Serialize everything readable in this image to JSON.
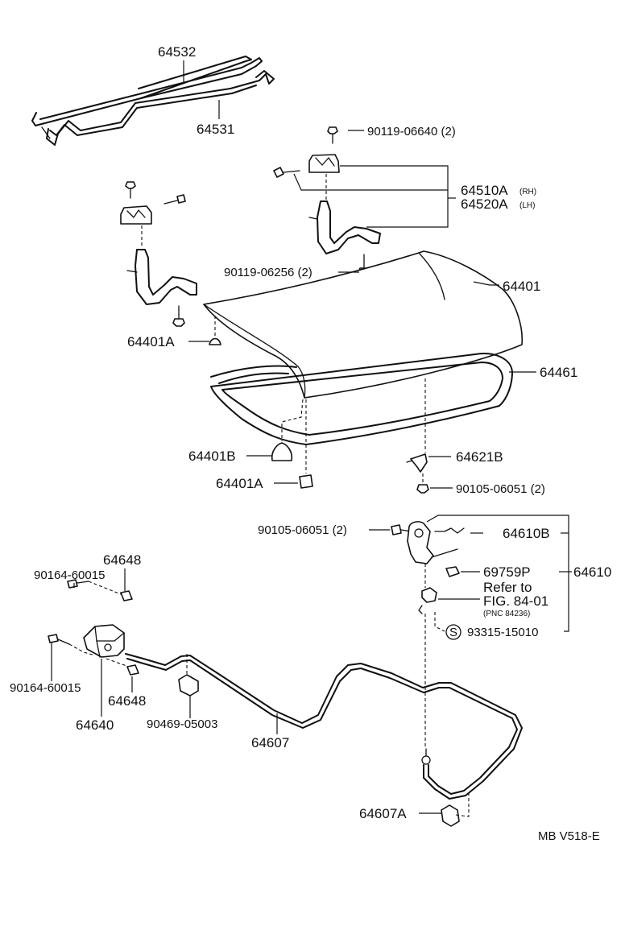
{
  "labels": {
    "p64532": "64532",
    "p64531": "64531",
    "p90119_06640": "90119-06640 (2)",
    "p64510A": "64510A",
    "p64510A_side": "(RH)",
    "p64520A": "64520A",
    "p64520A_side": "(LH)",
    "p90119_06256": "90119-06256 (2)",
    "p64401": "64401",
    "p64401A_top": "64401A",
    "p64461": "64461",
    "p64401B": "64401B",
    "p64621B": "64621B",
    "p64401A_bottom": "64401A",
    "p90105_06051_right": "90105-06051 (2)",
    "p90105_06051_left": "90105-06051 (2)",
    "p64610B": "64610B",
    "p69759P": "69759P",
    "p64610": "64610",
    "refer_line1": "Refer to",
    "refer_line2": "FIG. 84-01",
    "refer_pnc": "(PNC 84236)",
    "s_symbol": "S",
    "p93315_15010": "93315-15010",
    "p64648_top": "64648",
    "p90164_60015_top": "90164-60015",
    "p90164_60015_bottom": "90164-60015",
    "p64648_bottom": "64648",
    "p64640": "64640",
    "p90469_05003": "90469-05003",
    "p64607": "64607",
    "p64607A": "64607A",
    "diagram_code": "MB V518-E"
  }
}
